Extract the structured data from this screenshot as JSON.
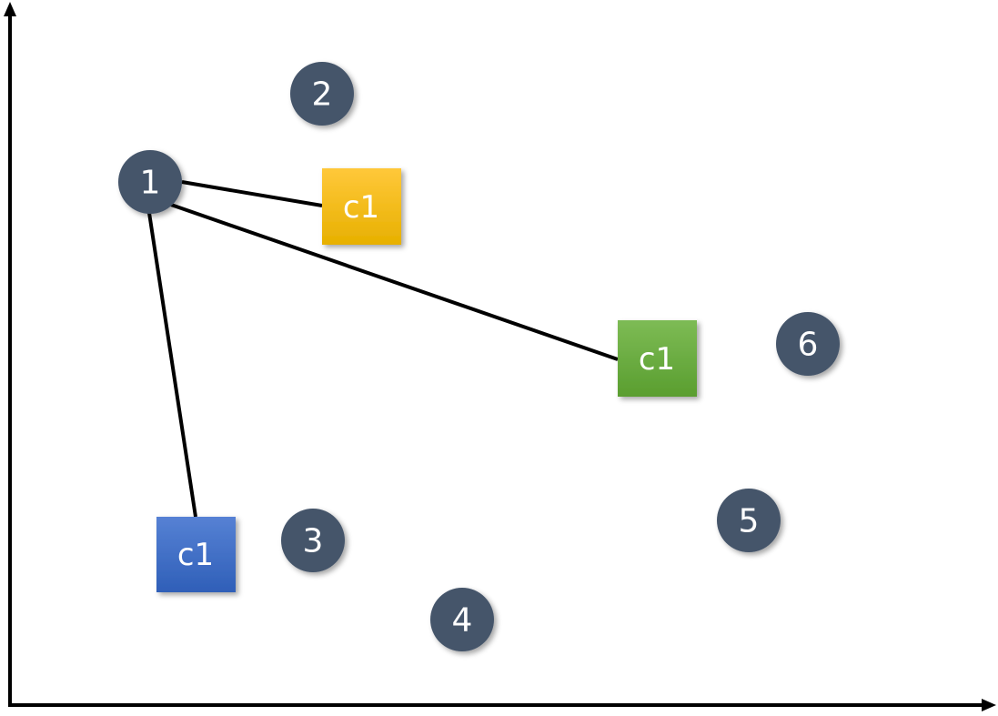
{
  "colors": {
    "point": "#44546a",
    "line": "#000000",
    "axis": "#000000",
    "centroid_yellow": "#ffc000",
    "centroid_green": "#70ad47",
    "centroid_blue": "#4472c4"
  },
  "points": [
    {
      "id": "p1",
      "label": "1"
    },
    {
      "id": "p2",
      "label": "2"
    },
    {
      "id": "p3",
      "label": "3"
    },
    {
      "id": "p4",
      "label": "4"
    },
    {
      "id": "p5",
      "label": "5"
    },
    {
      "id": "p6",
      "label": "6"
    }
  ],
  "centroids": [
    {
      "id": "c-yellow",
      "label": "c1",
      "color": "centroid_yellow"
    },
    {
      "id": "c-green",
      "label": "c1",
      "color": "centroid_green"
    },
    {
      "id": "c-blue",
      "label": "c1",
      "color": "centroid_blue"
    }
  ]
}
